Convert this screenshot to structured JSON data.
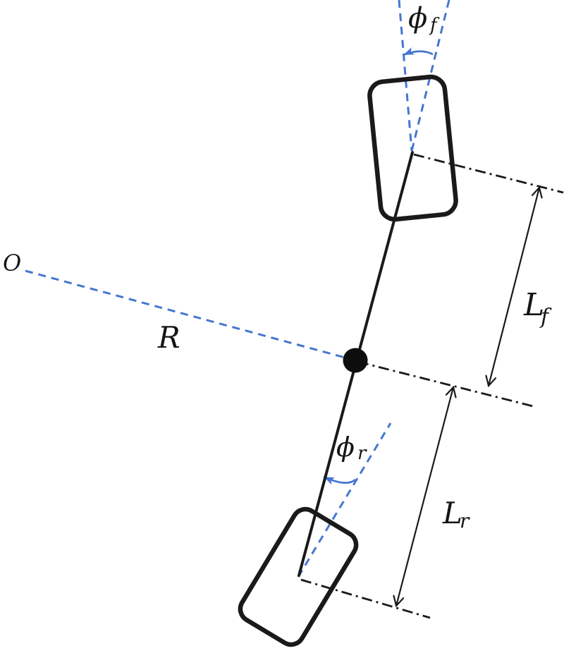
{
  "colors": {
    "line_black": "#1a1a1a",
    "accent_blue": "#4577d0",
    "background": "#ffffff"
  },
  "labels": {
    "origin": "O",
    "turn_radius": "R",
    "front_steer_angle": {
      "main": "ϕ",
      "sub": "f"
    },
    "rear_steer_angle": {
      "main": "ϕ",
      "sub": "r"
    },
    "front_length": {
      "main": "L",
      "sub": "f"
    },
    "rear_length": {
      "main": "L",
      "sub": "r"
    }
  }
}
